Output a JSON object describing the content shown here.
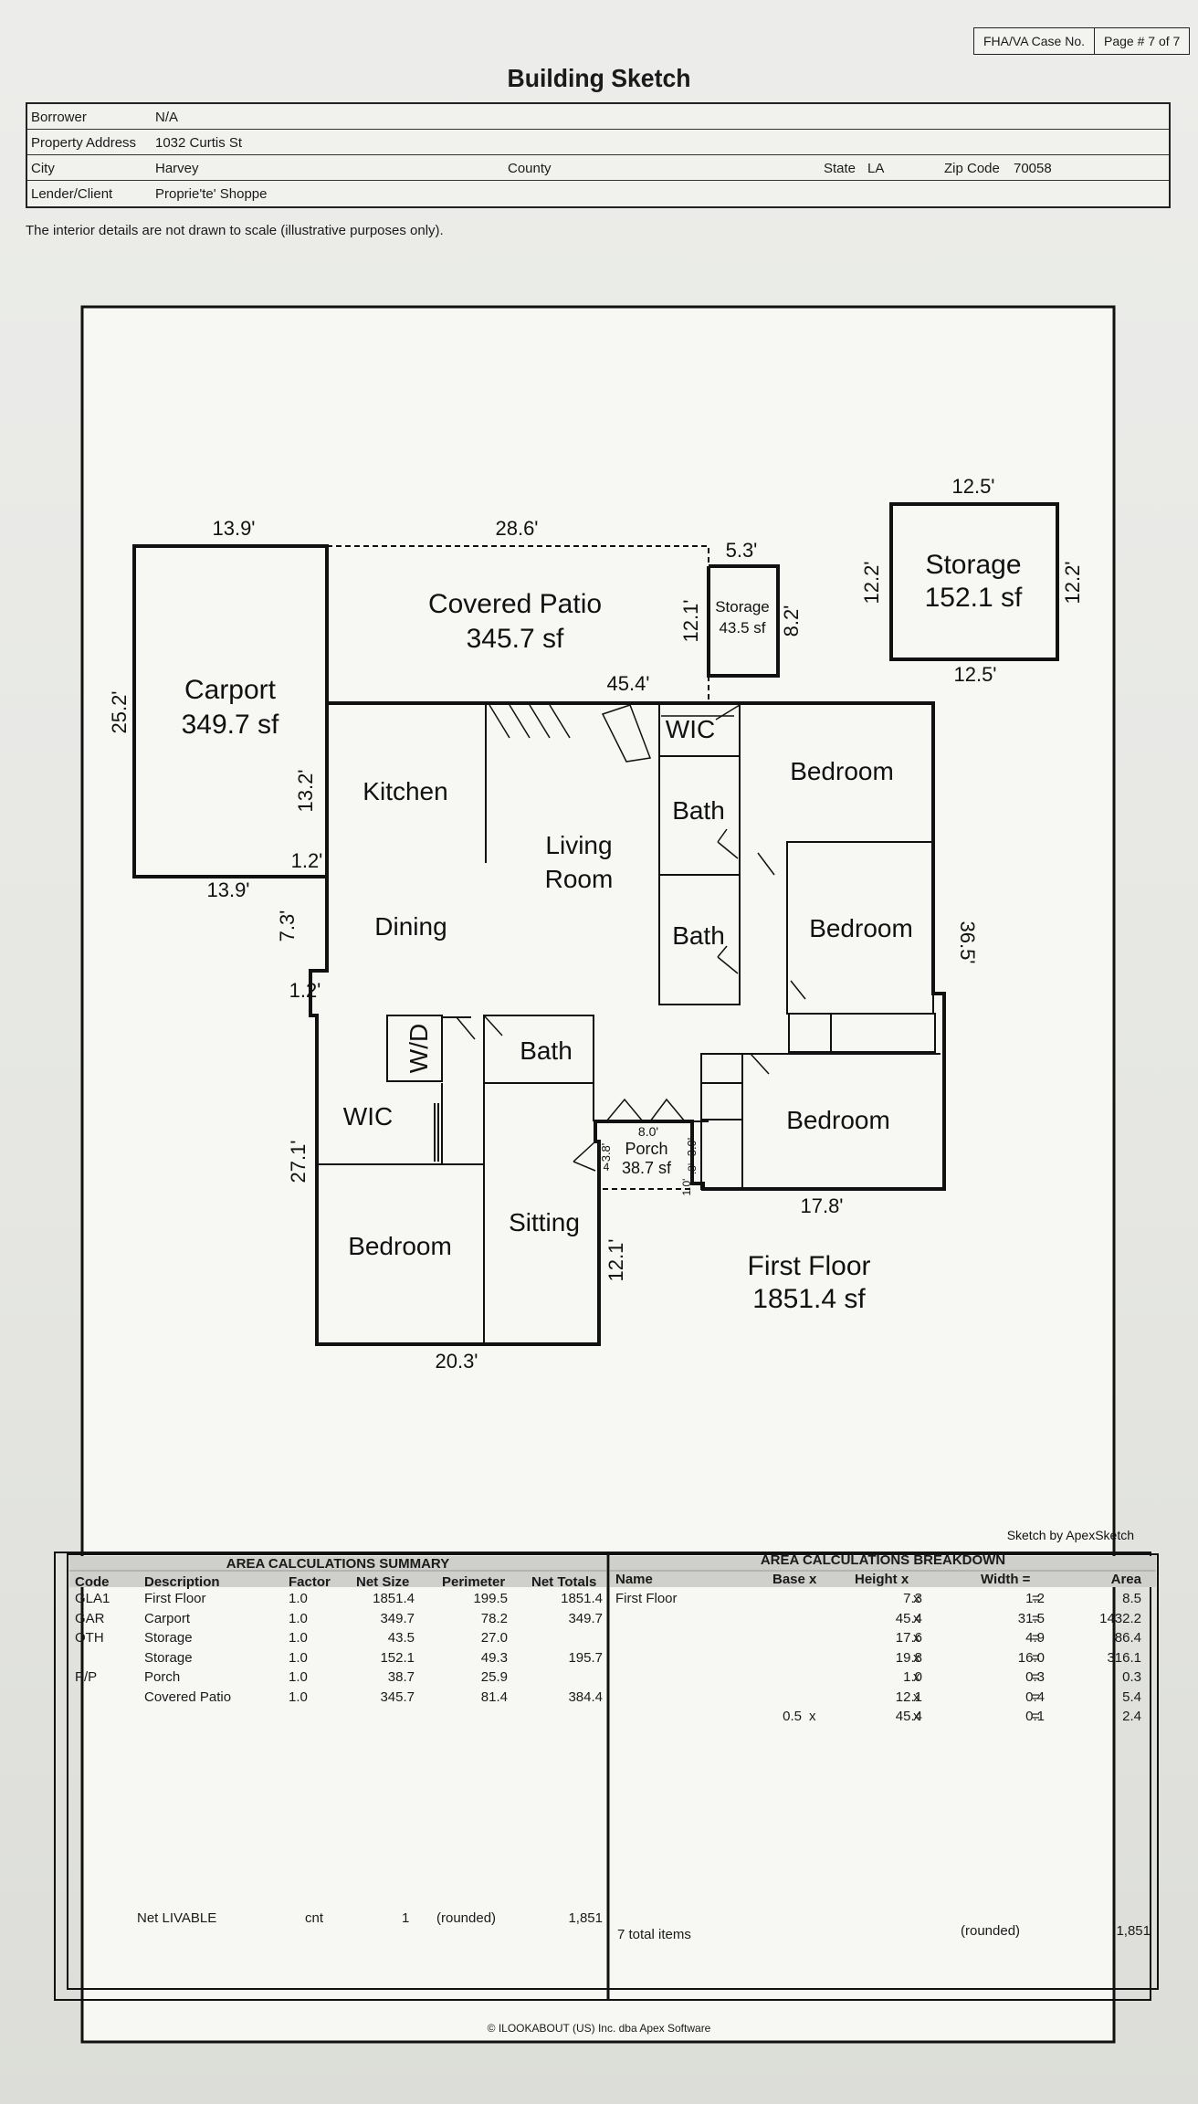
{
  "header": {
    "case_no_label": "FHA/VA Case No.",
    "page_label": "Page # 7 of 7",
    "title": "Building Sketch",
    "borrower_label": "Borrower",
    "borrower": "N/A",
    "address_label": "Property Address",
    "address": "1032 Curtis St",
    "city_label": "City",
    "city": "Harvey",
    "county_label": "County",
    "county": "",
    "state_label": "State",
    "state": "LA",
    "zip_label": "Zip Code",
    "zip": "70058",
    "lender_label": "Lender/Client",
    "lender": "Proprie'te' Shoppe",
    "note": "The interior details are not drawn to scale (illustrative purposes only)."
  },
  "sketch": {
    "areas": {
      "carport_name": "Carport",
      "carport_area": "349.7 sf",
      "patio_name": "Covered Patio",
      "patio_area": "345.7 sf",
      "storage_small_name": "Storage",
      "storage_small_area": "43.5 sf",
      "storage_big_name": "Storage",
      "storage_big_area": "152.1 sf",
      "first_floor_name": "First Floor",
      "first_floor_area": "1851.4 sf",
      "porch_name": "Porch",
      "porch_area": "38.7 sf"
    },
    "rooms": {
      "kitchen": "Kitchen",
      "living1": "Living",
      "living2": "Room",
      "dining": "Dining",
      "bath1": "Bath",
      "bath2": "Bath",
      "bath3": "Bath",
      "bedroom1": "Bedroom",
      "bedroom2": "Bedroom",
      "bedroom3": "Bedroom",
      "bedroom4": "Bedroom",
      "wic1": "WIC",
      "wic2": "WIC",
      "wd": "W/D",
      "sitting": "Sitting"
    },
    "dims": {
      "carport_top": "13.9'",
      "patio_top": "28.6'",
      "storage_small_top": "5.3'",
      "storage_big_top": "12.5'",
      "storage_big_bottom": "12.5'",
      "storage_big_left": "12.2'",
      "storage_big_right": "12.2'",
      "carport_left": "25.2'",
      "carport_right": "13.2'",
      "carport_bottom": "13.9'",
      "patio_right": "12.1'",
      "storage_small_right": "8.2'",
      "house_top": "45.4'",
      "notch_top": "1.2'",
      "notch_left": "7.3'",
      "notch_bottom": "1.2'",
      "house_right": "36.5'",
      "house_left": "27.1'",
      "right_bottom": "17.8'",
      "sitting_right": "12.1'",
      "house_bottom": "20.3'",
      "porch_top": "8.0'",
      "porch_left": "3.8'",
      "porch_right": "3.9'",
      "porch_small_a": ".3'",
      "porch_small_b": "1.0'",
      "porch_small_c": "4"
    },
    "credit": "Sketch by ApexSketch"
  },
  "summary": {
    "title": "AREA CALCULATIONS SUMMARY",
    "columns": [
      "Code",
      "Description",
      "Factor",
      "Net Size",
      "Perimeter",
      "Net Totals"
    ],
    "rows": [
      [
        "GLA1",
        "First Floor",
        "1.0",
        "1851.4",
        "199.5",
        "1851.4"
      ],
      [
        "GAR",
        "Carport",
        "1.0",
        "349.7",
        "78.2",
        "349.7"
      ],
      [
        "OTH",
        "Storage",
        "1.0",
        "43.5",
        "27.0",
        ""
      ],
      [
        "",
        "Storage",
        "1.0",
        "152.1",
        "49.3",
        "195.7"
      ],
      [
        "P/P",
        "Porch",
        "1.0",
        "38.7",
        "25.9",
        ""
      ],
      [
        "",
        "Covered Patio",
        "1.0",
        "345.7",
        "81.4",
        "384.4"
      ]
    ],
    "net_label": "Net LIVABLE",
    "net_unit": "cnt",
    "net_count": "1",
    "net_rounded": "(rounded)",
    "net_value": "1,851"
  },
  "breakdown": {
    "title": "AREA CALCULATIONS BREAKDOWN",
    "col_name": "Name",
    "col_base": "Base  x",
    "col_height": "Height  x",
    "col_width": "Width  =",
    "col_area": "Area",
    "name": "First Floor",
    "rows": [
      {
        "base": "",
        "height": "7.3",
        "width": "1.2",
        "area": "8.5"
      },
      {
        "base": "",
        "height": "45.4",
        "width": "31.5",
        "area": "1432.2"
      },
      {
        "base": "",
        "height": "17.6",
        "width": "4.9",
        "area": "86.4"
      },
      {
        "base": "",
        "height": "19.8",
        "width": "16.0",
        "area": "316.1"
      },
      {
        "base": "",
        "height": "1.0",
        "width": "0.3",
        "area": "0.3"
      },
      {
        "base": "",
        "height": "12.1",
        "width": "0.4",
        "area": "5.4"
      },
      {
        "base": "0.5",
        "height": "45.4",
        "width": "0.1",
        "area": "2.4"
      }
    ],
    "x_sign": "x",
    "eq_sign": "=",
    "total_items": "7 total items",
    "rounded": "(rounded)",
    "total": "1,851"
  },
  "footer": "© ILOOKABOUT (US) Inc. dba Apex Software"
}
